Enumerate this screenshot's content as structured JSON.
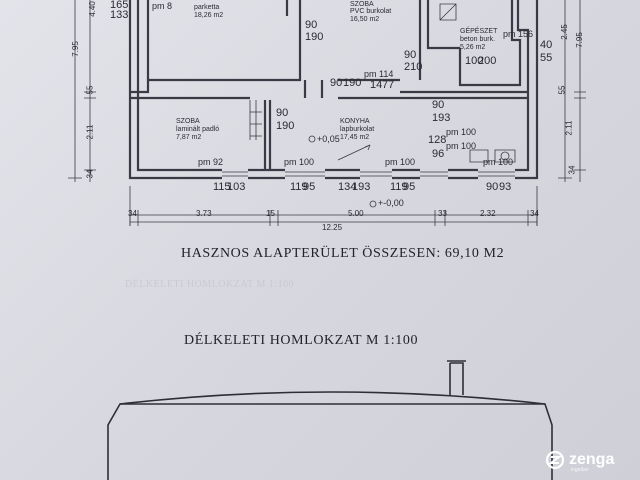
{
  "rooms": {
    "szoba_top_left": {
      "area": "18,26 m2",
      "finish": "parketta"
    },
    "szoba_top_mid": {
      "name": "SZOBA",
      "finish": "PVC burkolat",
      "area": "16,50 m2"
    },
    "gepeszet": {
      "name": "GÉPÉSZET",
      "finish": "beton burk.",
      "area": "5,26 m2"
    },
    "szoba_bottom": {
      "name": "SZOBA",
      "finish": "laminált padló",
      "area": "7,87 m2"
    },
    "konyha": {
      "name": "KONYHA",
      "finish": "lapburkolat",
      "area": "17,45 m2"
    }
  },
  "openings": {
    "o1": [
      "165",
      "133"
    ],
    "o2": [
      "90",
      "190"
    ],
    "o3": [
      "90",
      "210"
    ],
    "o4": [
      "100",
      "200"
    ],
    "o5": [
      "40",
      "55"
    ],
    "o6": [
      "90",
      "190"
    ],
    "o7": [
      "90",
      "190"
    ],
    "o8": [
      "14",
      "77"
    ],
    "o9": [
      "90",
      "193"
    ],
    "o10": [
      "128",
      "96"
    ],
    "o11": [
      "115",
      "103"
    ],
    "o12": [
      "119",
      "95"
    ],
    "o13": [
      "134",
      "193"
    ],
    "o14": [
      "119",
      "95"
    ],
    "o15": [
      "90",
      "93"
    ]
  },
  "pm": {
    "p1": "pm 114",
    "p2": "pm 92",
    "p3": "pm 100",
    "p4": "pm 100",
    "p5": "pm 100",
    "p6": "pm 100",
    "p7": "pm 156",
    "p8": "pm 8",
    "p9": "pm 100"
  },
  "levels": {
    "l1": "+0,05",
    "l2": "+-0,00"
  },
  "dims_bottom": {
    "d1": "34",
    "d2": "3.73",
    "d3": "15",
    "d4": "5.00",
    "d5": "33",
    "d6": "2.32",
    "d7": "34",
    "total": "12.25"
  },
  "dims_left": {
    "d1": "4.40",
    "d2": "7.95",
    "d3": "55",
    "d4": "2.11",
    "d5": "34"
  },
  "dims_right": {
    "d1": "2.45",
    "d2": "7.95",
    "d3": "55",
    "d4": "2.11",
    "d5": "34"
  },
  "summary": "HASZNOS ALAPTERÜLET ÖSSZESEN: 69,10 M2",
  "faint_text": "DÉLKELETI HOMLOKZAT M 1:100",
  "elevation_title": "DÉLKELETI HOMLOKZAT M 1:100",
  "watermark": {
    "name": "zenga",
    "sub": "ingatlan"
  },
  "colors": {
    "ink": "#2a2a33",
    "wall": "#3a3a44",
    "paper": "#dcdde3"
  }
}
